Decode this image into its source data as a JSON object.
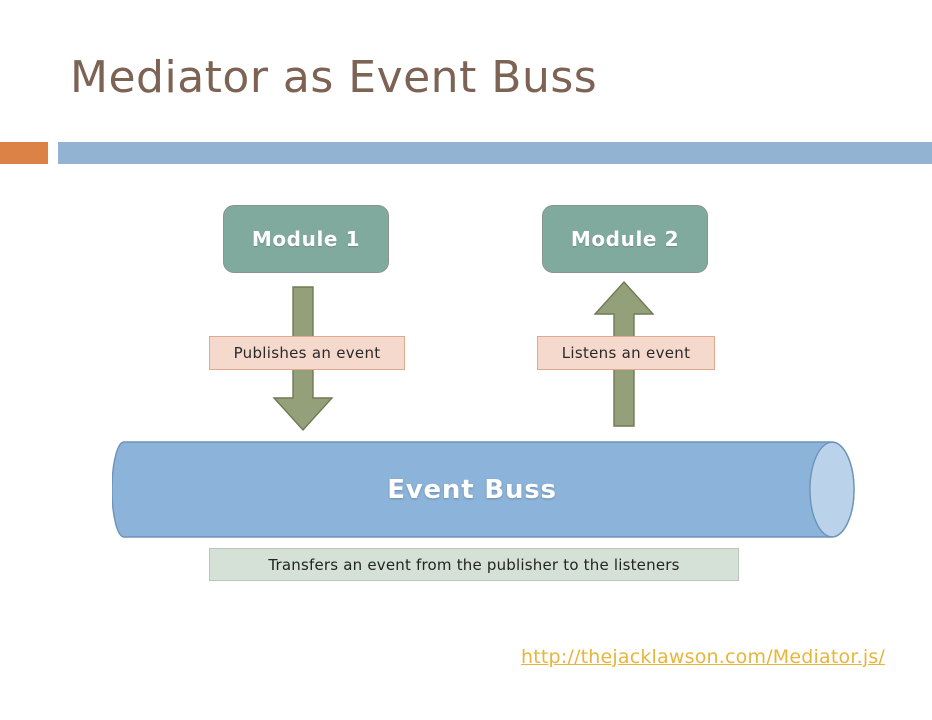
{
  "slide": {
    "title": "Mediator as Event Buss",
    "title_color": "#7C6354",
    "background_color": "#FFFFFF"
  },
  "divider": {
    "accent_color": "#DD8247",
    "bar_color": "#93B3D2"
  },
  "diagram": {
    "modules": [
      {
        "id": "module-1",
        "label": "Module 1",
        "fill": "#7FAA9D",
        "text_color": "#FFFFFF"
      },
      {
        "id": "module-2",
        "label": "Module 2",
        "fill": "#7FAA9D",
        "text_color": "#FFFFFF"
      }
    ],
    "arrows": [
      {
        "id": "arrow-down",
        "direction": "down",
        "from": "Module 1",
        "to": "Event Buss",
        "fill": "#94A07A",
        "stroke": "#6E7A55"
      },
      {
        "id": "arrow-up",
        "direction": "up",
        "from": "Event Buss",
        "to": "Module 2",
        "fill": "#94A07A",
        "stroke": "#6E7A55"
      }
    ],
    "event_labels": [
      {
        "id": "label-publishes",
        "text": "Publishes an event",
        "fill": "#F6D9CD",
        "stroke": "#E0A98F"
      },
      {
        "id": "label-listens",
        "text": "Listens an event",
        "fill": "#F6D9CD",
        "stroke": "#E0A98F"
      }
    ],
    "bus": {
      "label": "Event Buss",
      "body_fill": "#8CB3D9",
      "cap_fill": "#BBD3EA",
      "stroke": "#6E93B8",
      "text_color": "#FFFFFF"
    },
    "bus_caption": {
      "text": "Transfers an event from the publisher to the listeners",
      "fill": "#D5E0D6",
      "stroke": "#B9C7BB"
    }
  },
  "footer": {
    "link_text": "http://thejacklawson.com/Mediator.js/",
    "link_color": "#E8B53A"
  }
}
